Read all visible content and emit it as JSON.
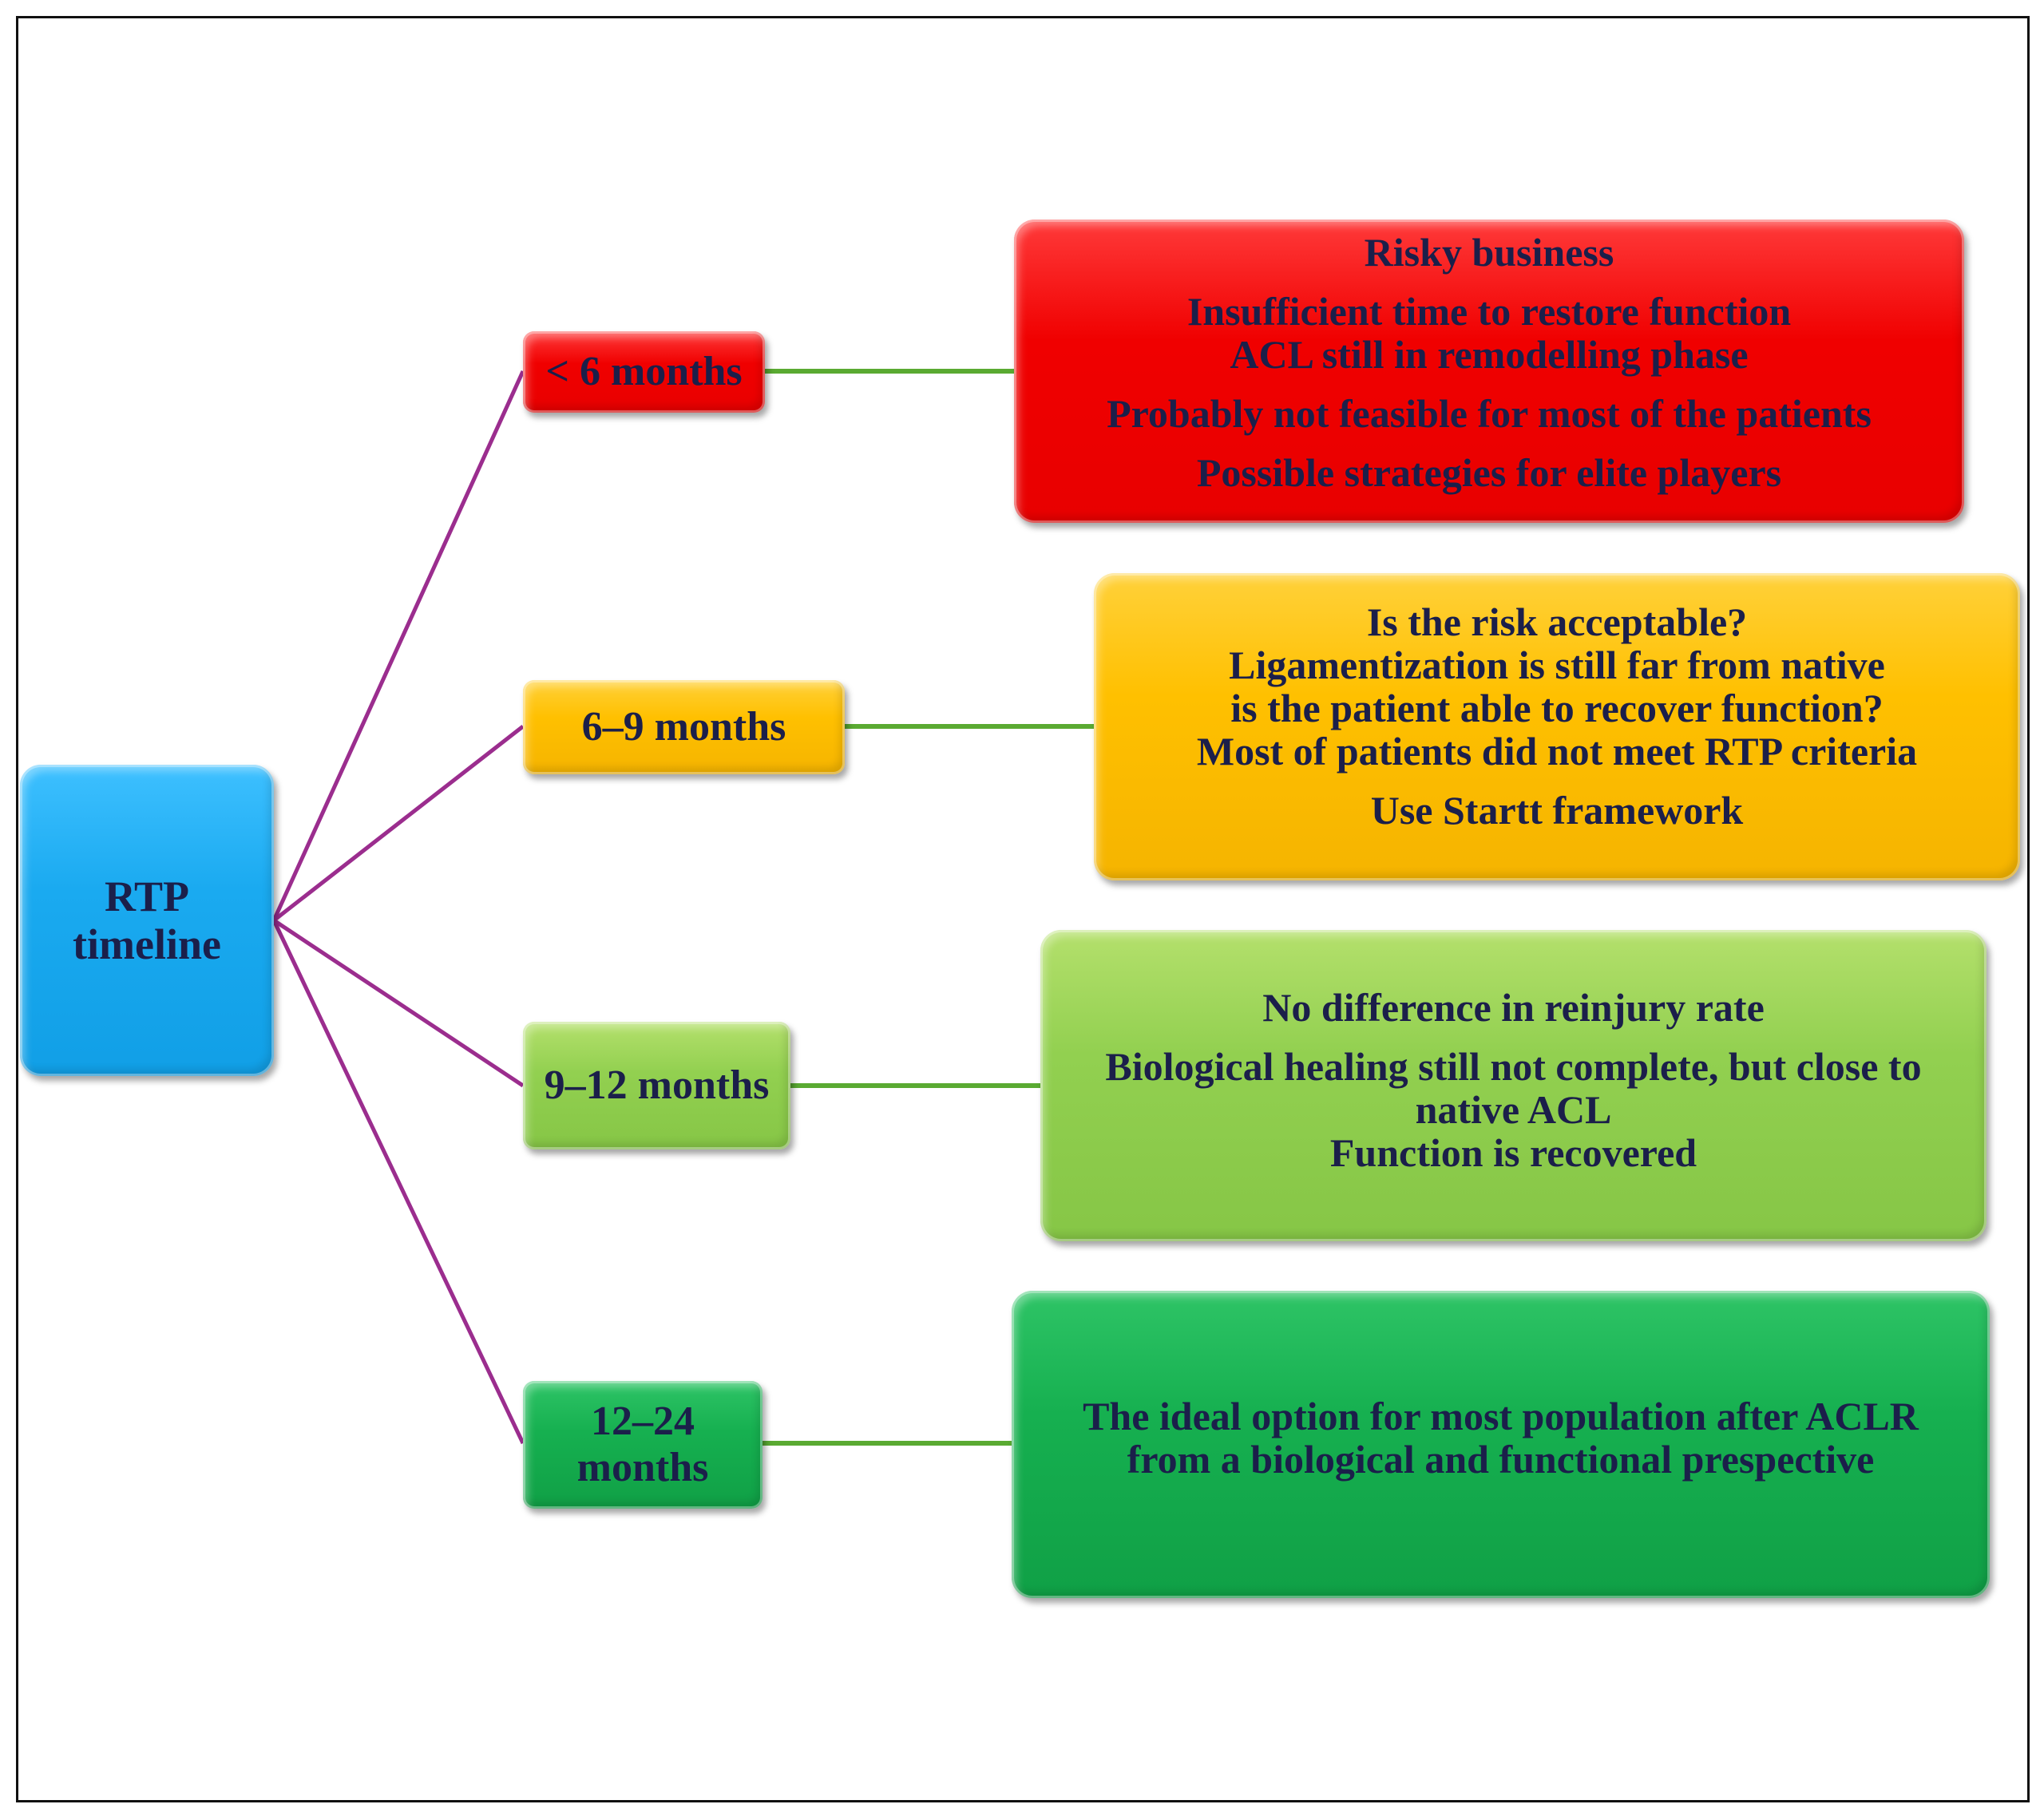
{
  "root": {
    "line1": "RTP",
    "line2": "timeline"
  },
  "colors": {
    "root": "#1AAAF0",
    "red": "#F00000",
    "amber": "#FFC000",
    "lime": "#92D050",
    "green": "#16B050",
    "branch_line": "#9B2D8E",
    "leader_line": "#5AAA32",
    "text": "#1B1F4A"
  },
  "branches": [
    {
      "label": "< 6 months",
      "details": [
        "Risky business",
        "Insufficient time to restore function",
        "ACL still in remodelling phase",
        "Probably not feasible for most of the patients",
        "Possible strategies for elite players"
      ]
    },
    {
      "label": "6–9 months",
      "details": [
        "Is the risk acceptable?",
        "Ligamentization is still far from native",
        "is the patient able to recover function?",
        "Most of patients did not meet RTP criteria",
        "Use Startt framework"
      ]
    },
    {
      "label": "9–12 months",
      "details": [
        "No difference in reinjury rate",
        "Biological healing still not complete, but close to",
        "native ACL",
        "Function is recovered"
      ]
    },
    {
      "label_line1": "12–24",
      "label_line2": "months",
      "details": [
        "The ideal option for most population after ACLR",
        "from a biological and functional prespective"
      ]
    }
  ]
}
